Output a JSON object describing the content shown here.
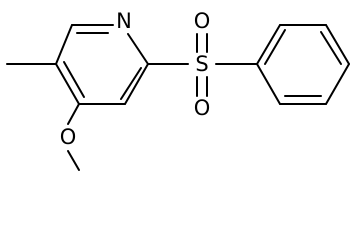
{
  "molecule": {
    "atoms": {
      "nitrogen": "N",
      "sulfur": "S",
      "sulfonyl_oxygen_top": "O",
      "sulfonyl_oxygen_bottom": "O",
      "methoxy_oxygen": "O"
    }
  }
}
